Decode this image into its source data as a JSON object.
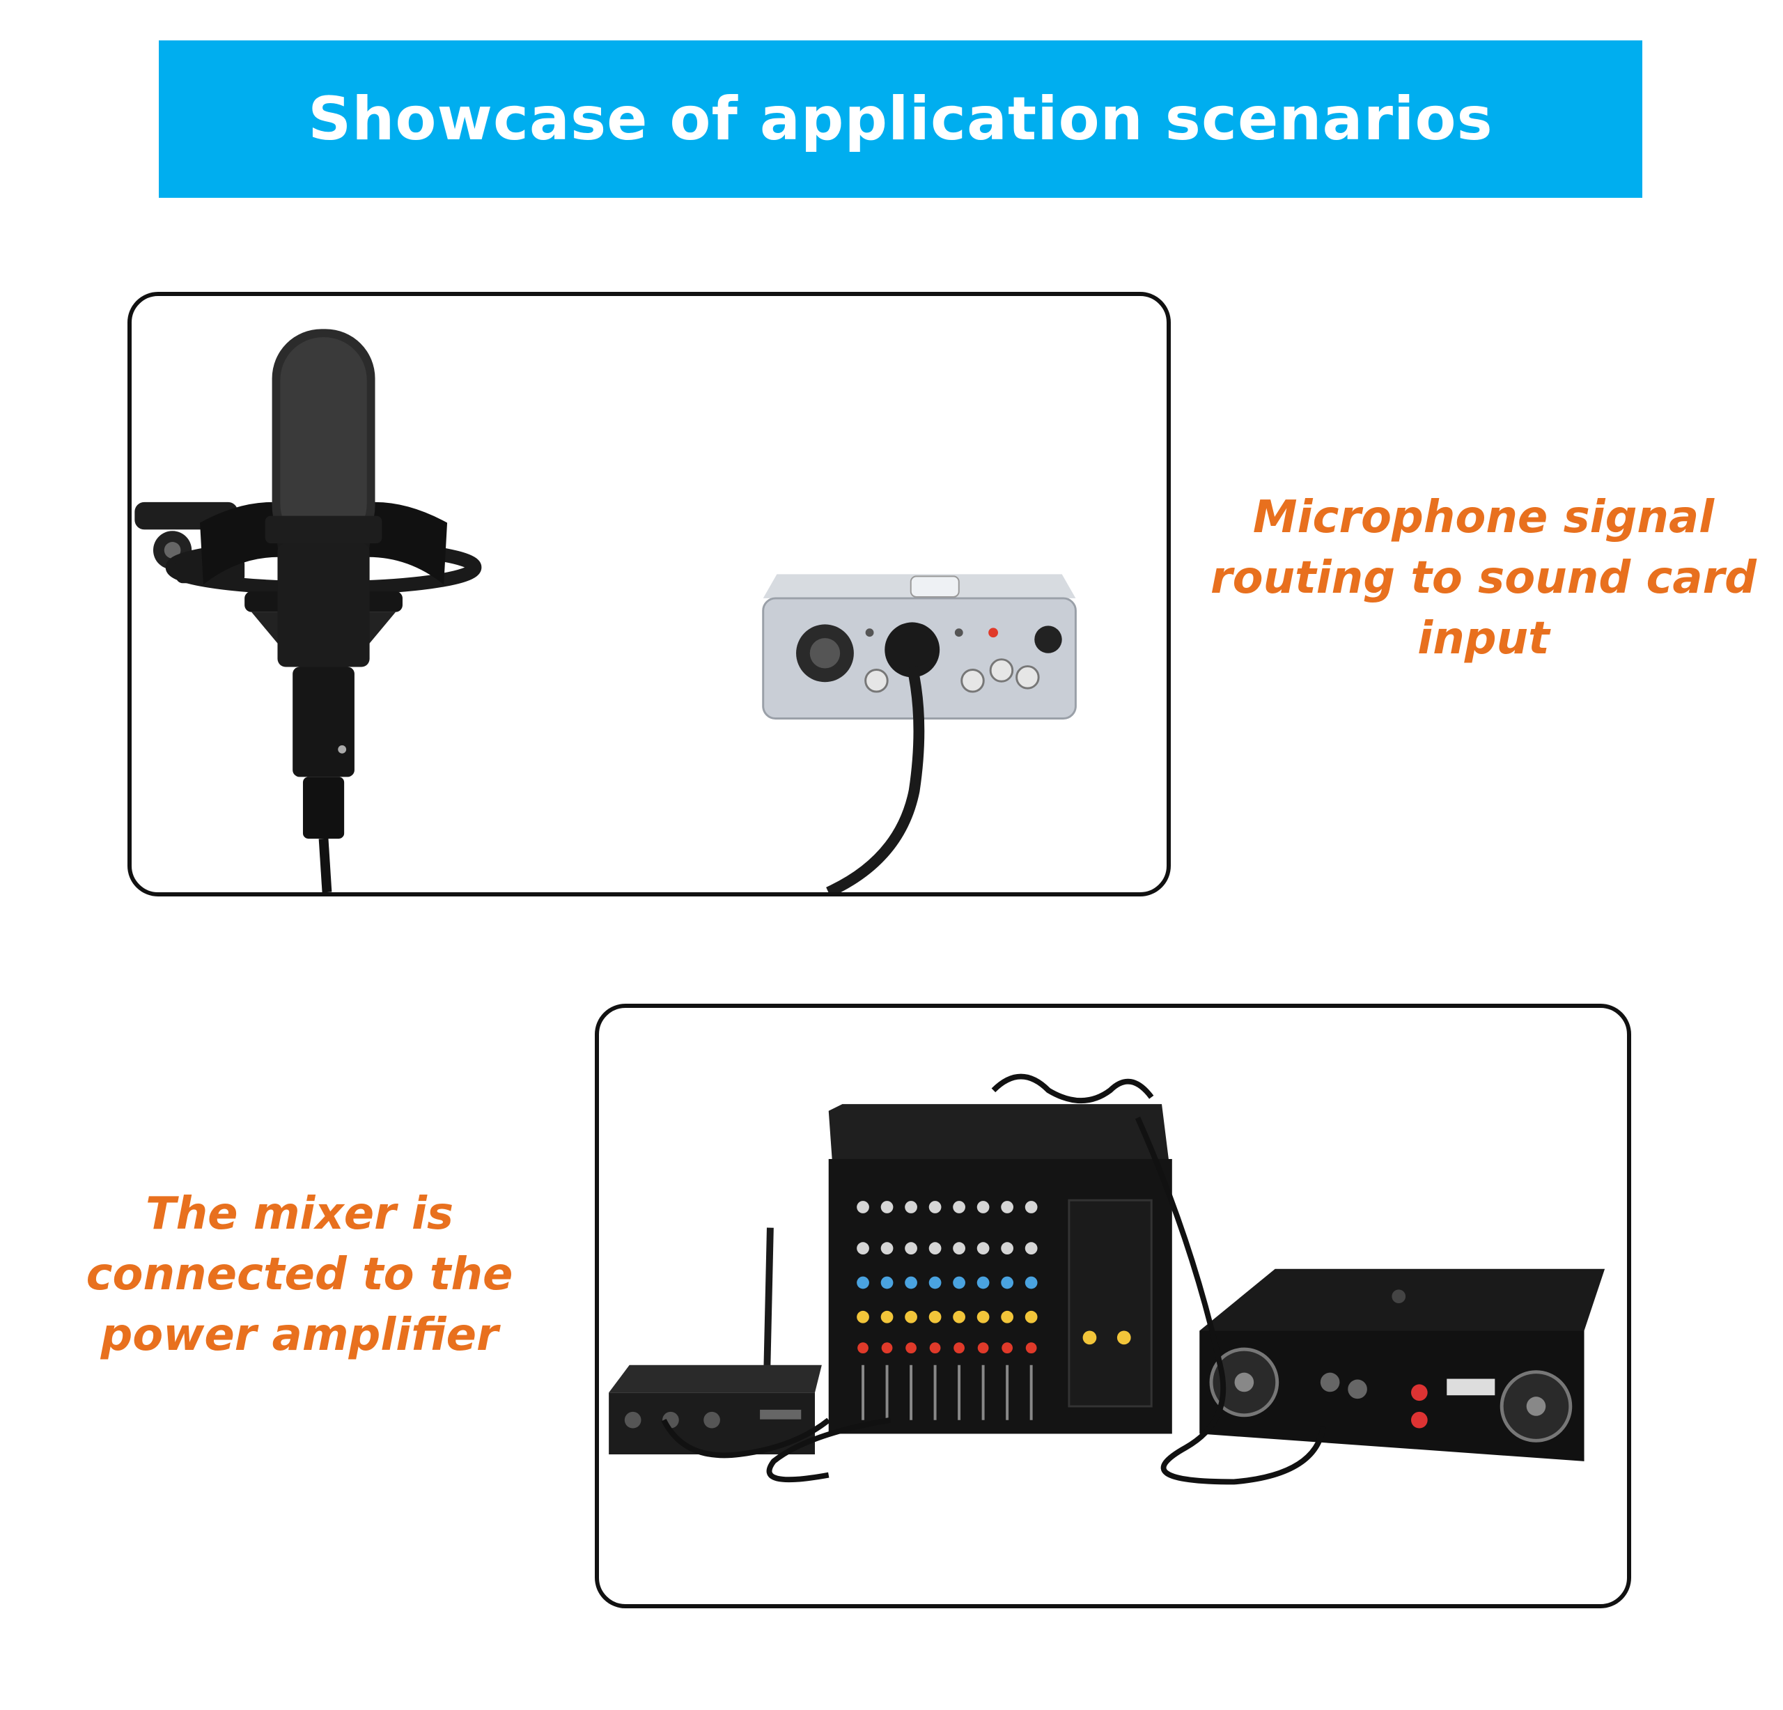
{
  "banner": {
    "title": "Showcase of application scenarios"
  },
  "scenarios": [
    {
      "caption_lines": [
        "Microphone signal",
        "routing to sound card",
        "input"
      ],
      "icons": [
        "condenser-microphone",
        "shock-mount",
        "sound-card",
        "xlr-cable"
      ]
    },
    {
      "caption_lines": [
        "The mixer is",
        "connected to the",
        "power amplifier"
      ],
      "icons": [
        "wireless-receiver",
        "audio-mixer",
        "power-amplifier",
        "audio-cables"
      ]
    }
  ],
  "colors": {
    "banner_bg": "#00AEEF",
    "caption": "#E8701E",
    "border": "#111111"
  }
}
